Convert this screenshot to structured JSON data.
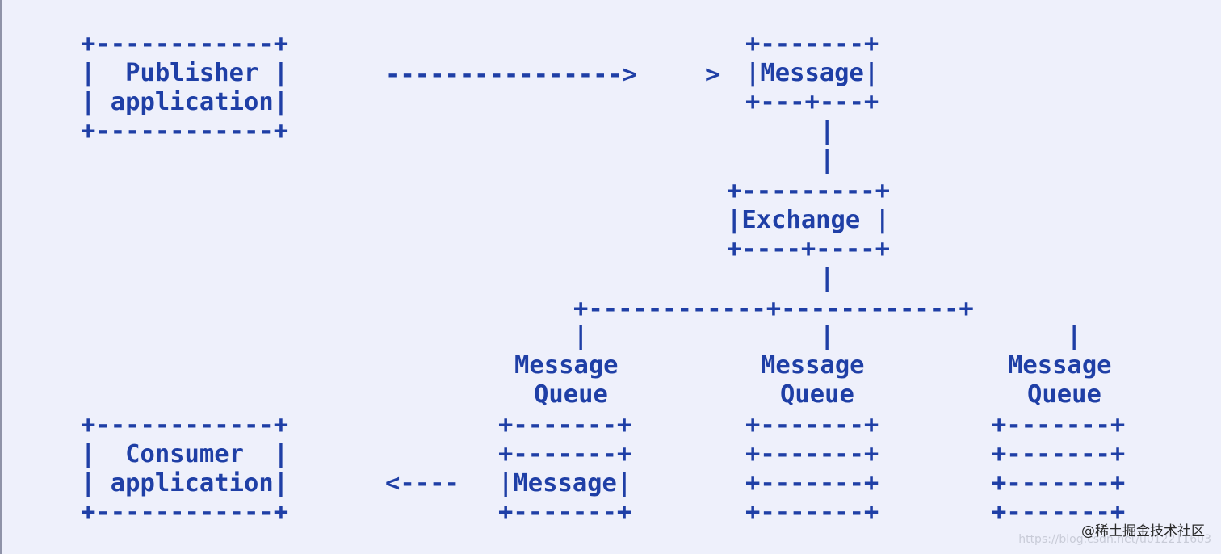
{
  "diagram": {
    "lines": [
      "+------------+              +-------+",
      "|  Publisher |  ---------------->  |Message|",
      "| application|              +---+---+",
      "+------------+                  |",
      "                                |",
      "                              +---------+",
      "                              |Exchange |",
      "                              +----+----+",
      "                                   |",
      "                     +------------+------------+",
      "                     |            |            |",
      "                  Message       Message       Message",
      "                   Queue         Queue         Queue",
      "+------------+    +-------+     +-------+     +-------+",
      "|  Consumer  |    +-------+     +-------+     +-------+",
      "| application| <----  |Message|     +-------+     +-------+",
      "+------------+    +-------+     +-------+     +-------+"
    ],
    "elements": {
      "publisher": [
        "+------------+",
        "|  Publisher |",
        "| application|",
        "+------------+"
      ],
      "publish_arrow": "---------------->",
      "message_top": [
        "+-------+",
        "|Message|",
        "+---+---+"
      ],
      "link_1": [
        "|",
        "|"
      ],
      "exchange": [
        "+---------+",
        "|Exchange |",
        "+----+----+"
      ],
      "link_2": "|",
      "branch": "+------------+------------+",
      "branch_drops": [
        "|",
        "|",
        "|"
      ],
      "queue_1_label": [
        "Message",
        "Queue"
      ],
      "queue_2_label": [
        "Message",
        "Queue"
      ],
      "queue_3_label": [
        "Message",
        "Queue"
      ],
      "queue_1_rows": [
        "+-------+",
        "+-------+",
        "|Message|",
        "+-------+"
      ],
      "queue_2_rows": [
        "+-------+",
        "+-------+",
        "+-------+",
        "+-------+"
      ],
      "queue_3_rows": [
        "+-------+",
        "+-------+",
        "+-------+",
        "+-------+"
      ],
      "consumer": [
        "+------------+",
        "|  Consumer  |",
        "| application|",
        "+------------+"
      ],
      "consume_arrow": "<----"
    }
  },
  "watermark": {
    "main": "@稀土掘金技术社区",
    "url": "https://blog.csdn.net/u012211603"
  }
}
